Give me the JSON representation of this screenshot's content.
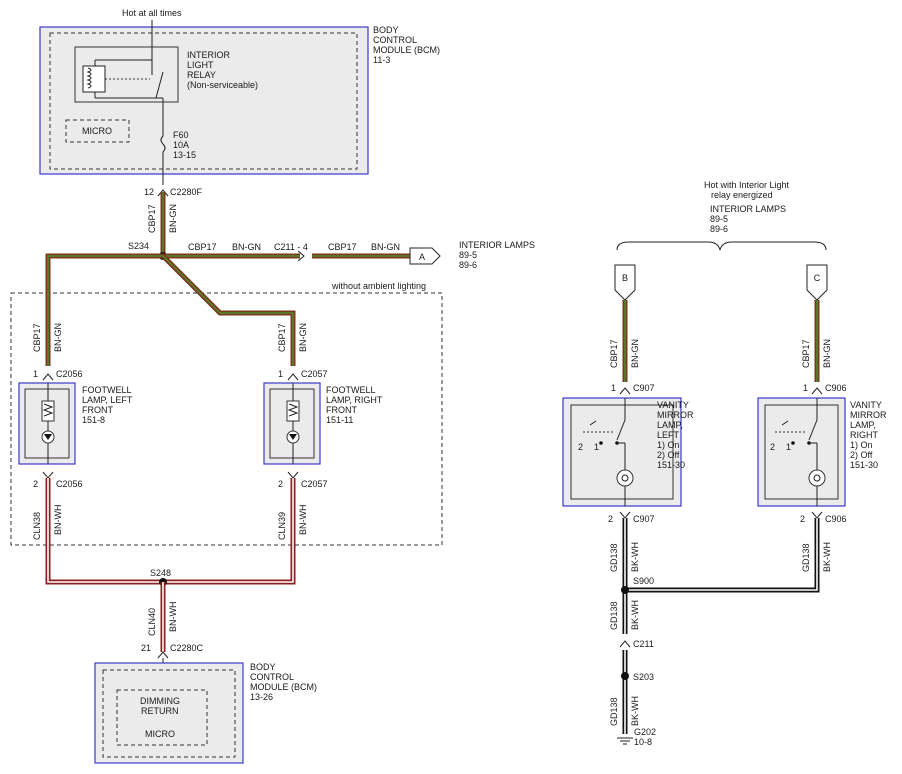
{
  "labels": {
    "hot_at_all_times": "Hot at all times",
    "bcm_top": [
      "BODY",
      "CONTROL",
      "MODULE (BCM)",
      "11-3"
    ],
    "relay": [
      "INTERIOR",
      "LIGHT",
      "RELAY",
      "(Non-serviceable)"
    ],
    "micro": "MICRO",
    "fuse": [
      "F60",
      "10A",
      "13-15"
    ],
    "pin12": "12",
    "c2280f": "C2280F",
    "cbp17": "CBP17",
    "bn_gn": "BN-GN",
    "s234": "S234",
    "c211_4": "C211 - 4",
    "conn_a": "A",
    "interior_lamps_out": [
      "INTERIOR LAMPS",
      "89-5",
      "89-6"
    ],
    "without_ambient": "without ambient lighting",
    "pin1": "1",
    "pin2": "2",
    "c2056": "C2056",
    "c2057": "C2057",
    "footwell_left": [
      "FOOTWELL",
      "LAMP, LEFT",
      "FRONT",
      "151-8"
    ],
    "footwell_right": [
      "FOOTWELL",
      "LAMP, RIGHT",
      "FRONT",
      "151-11"
    ],
    "cln38": "CLN38",
    "cln39": "CLN39",
    "cln40": "CLN40",
    "bn_wh": "BN-WH",
    "s248": "S248",
    "pin21": "21",
    "c2280c": "C2280C",
    "bcm_bottom": [
      "BODY",
      "CONTROL",
      "MODULE (BCM)",
      "13-26"
    ],
    "dimming": [
      "DIMMING",
      "RETURN"
    ],
    "hot_with": [
      "Hot with Interior Light",
      "relay energized"
    ],
    "interior_lamps_in": [
      "INTERIOR LAMPS",
      "89-5",
      "89-6"
    ],
    "conn_b": "B",
    "conn_c": "C",
    "c907": "C907",
    "c906": "C906",
    "vanity_left": [
      "VANITY",
      "MIRROR",
      "LAMP,",
      "LEFT",
      "1) On",
      "2) Off",
      "151-30"
    ],
    "vanity_right": [
      "VANITY",
      "MIRROR",
      "LAMP,",
      "RIGHT",
      "1) On",
      "2) Off",
      "151-30"
    ],
    "gd138": "GD138",
    "bk_wh": "BK-WH",
    "s900": "S900",
    "c211": "C211",
    "s203": "S203",
    "g202": "G202",
    "g202_ref": "10-8",
    "sw2": "2",
    "sw1": "1"
  }
}
